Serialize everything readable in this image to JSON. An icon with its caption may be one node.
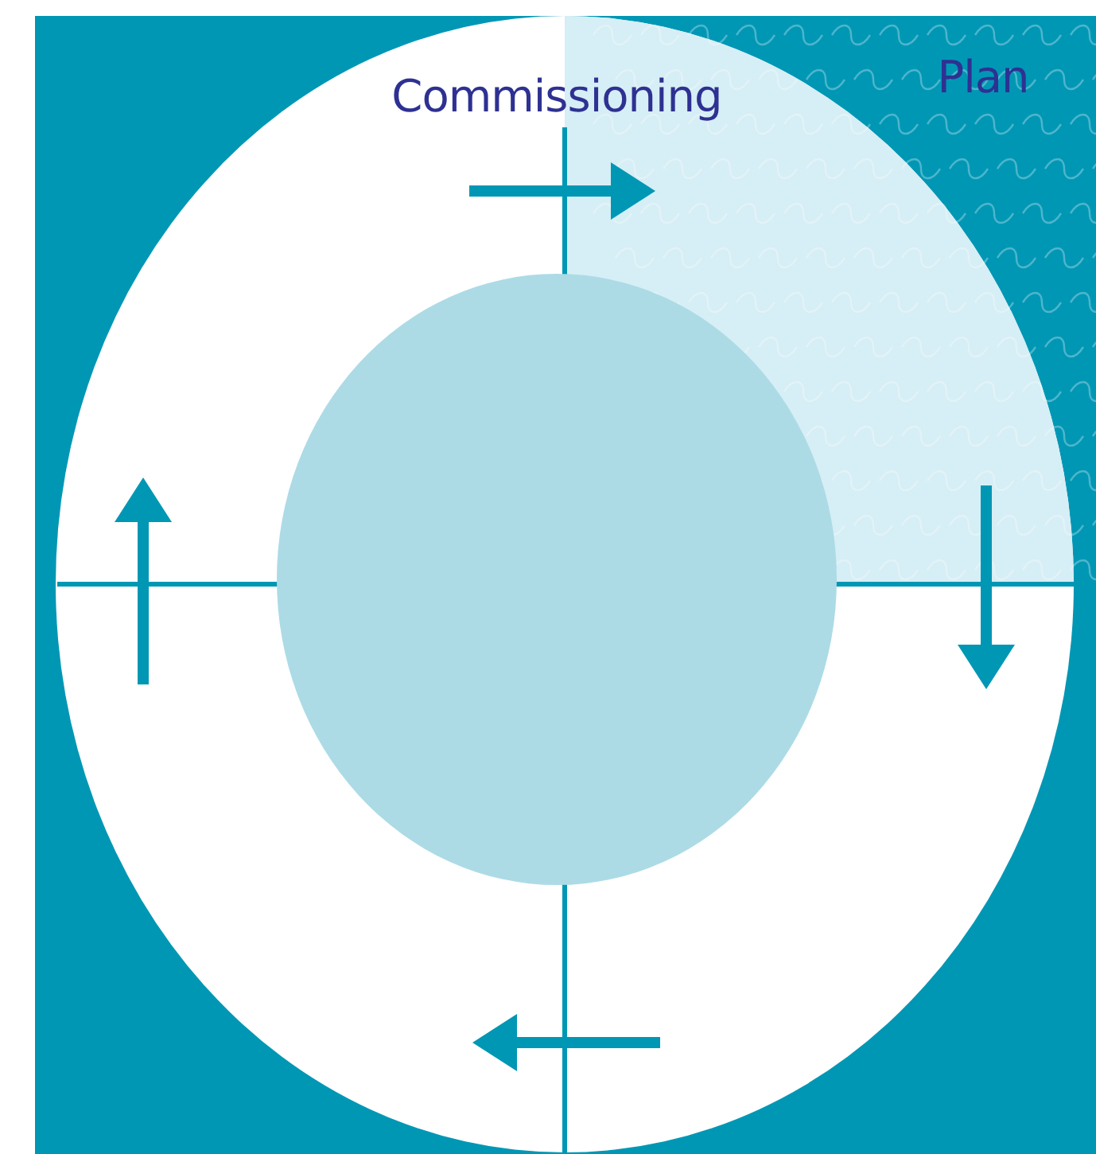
{
  "diagram": {
    "nodes": [
      {
        "text": [],
        "shape": "circle"
      }
    ],
    "labels": [
      "Commissioning",
      "Plan"
    ]
  }
}
